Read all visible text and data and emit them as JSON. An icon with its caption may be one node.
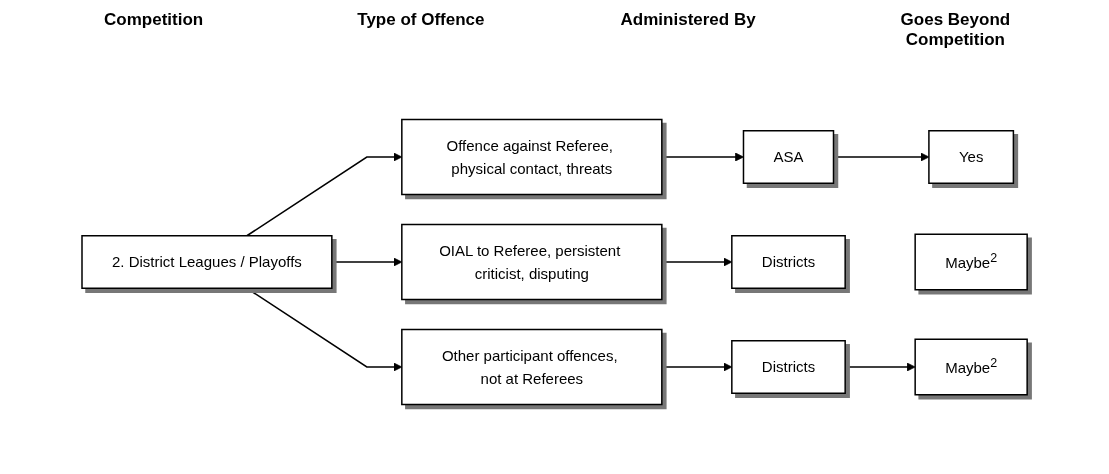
{
  "diagram": {
    "nodes": [
      {
        "text": [
          "2.  District Leagues / Playoffs"
        ]
      },
      {
        "text": [
          "Offence against Referee, physical contact, threats"
        ]
      },
      {
        "text": [
          "OIAL to Referee, persistent criticist, disputing"
        ]
      },
      {
        "text": [
          "Other participant offences, not at Referees"
        ]
      },
      {
        "text": [
          "ASA"
        ]
      },
      {
        "text": [
          "Districts"
        ]
      },
      {
        "text": [
          "Districts"
        ]
      },
      {
        "text": [
          "Yes"
        ]
      },
      {
        "text": [
          "Maybe$^{2}$"
        ]
      },
      {
        "text": [
          "Maybe$^{2}$"
        ]
      }
    ],
    "edges": [
      {
        "from": 0,
        "to": 1,
        "arrow": "to"
      },
      {
        "from": 0,
        "to": 2,
        "arrow": "to"
      },
      {
        "from": 0,
        "to": 3,
        "arrow": "to"
      },
      {
        "from": 1,
        "to": 4,
        "arrow": "to"
      },
      {
        "from": 2,
        "to": 5,
        "arrow": "to"
      },
      {
        "from": 3,
        "to": 6,
        "arrow": "to"
      },
      {
        "from": 4,
        "to": 7,
        "arrow": "to"
      },
      {
        "from": 6,
        "to": 9,
        "arrow": "to"
      }
    ],
    "labels": [
      "Competition",
      "Type of Offence",
      "Administered By",
      "Goes Beyond Competition"
    ]
  }
}
